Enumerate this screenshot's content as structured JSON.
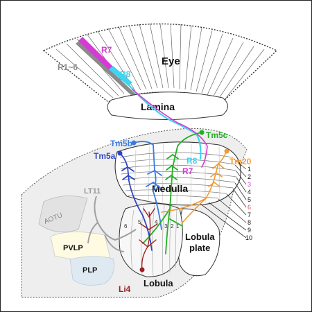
{
  "labels": {
    "eye": "Eye",
    "lamina": "Lamina",
    "medulla": "Medulla",
    "lobula": "Lobula",
    "lobula_plate": "Lobula\nplate",
    "r7_top": "R7",
    "r8_top": "R8",
    "r1_6": "R1~6",
    "tm5b": "Tm5b",
    "tm5a": "Tm5a",
    "tm5c": "Tm5c",
    "tm20": "Tm20",
    "r8_med": "R8",
    "r7_med": "R7",
    "lt11": "LT11",
    "aotu": "AOTU",
    "pvlp": "PVLP",
    "plp": "PLP",
    "li4": "Li4"
  },
  "medulla_layers": [
    "1",
    "2",
    "3",
    "4",
    "5",
    "6",
    "7",
    "8",
    "9",
    "10"
  ],
  "lobula_layers": [
    "6",
    "5",
    "4",
    "3",
    "2",
    "1"
  ],
  "colors": {
    "r7": "#d63ad6",
    "r8": "#3fd4f0",
    "r1_6": "#8a8a8a",
    "tm5a": "#2f45c8",
    "tm5b": "#3a7be0",
    "tm5c": "#22b022",
    "tm20": "#f29a2e",
    "li4": "#9a2222",
    "lt11": "#9a9a9a",
    "layer3_label": "#d63ad6",
    "layer6_label": "#e04a4a"
  }
}
